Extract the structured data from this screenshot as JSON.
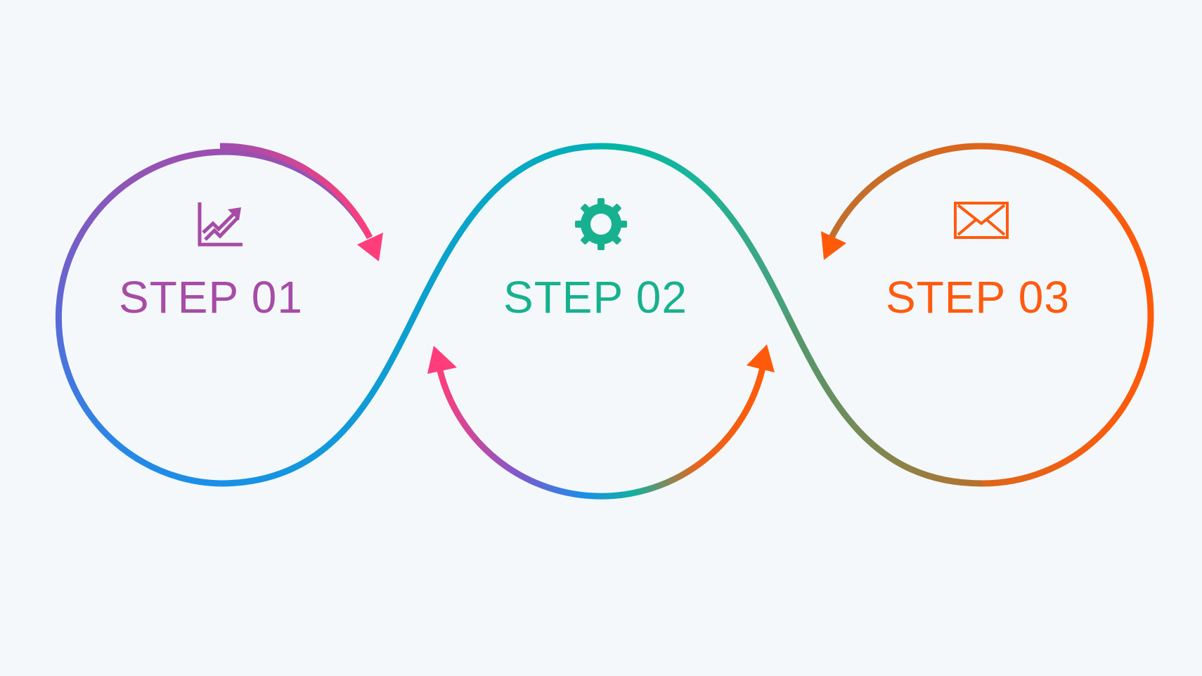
{
  "colors": {
    "background": "#f4f8fa",
    "blue": "#1a8fe8",
    "purple": "#9b4fb0",
    "pink": "#ff3d7a",
    "teal": "#18b89a",
    "cyan": "#00a8d0",
    "orange": "#ff5a0a",
    "olive": "#8a7a3a"
  },
  "steps": [
    {
      "label": "STEP 01",
      "icon": "chart-icon",
      "color": "#a74ba6"
    },
    {
      "label": "STEP 02",
      "icon": "gear-icon",
      "color": "#17b18f"
    },
    {
      "label": "STEP 03",
      "icon": "envelope-icon",
      "color": "#ff5a10"
    }
  ]
}
